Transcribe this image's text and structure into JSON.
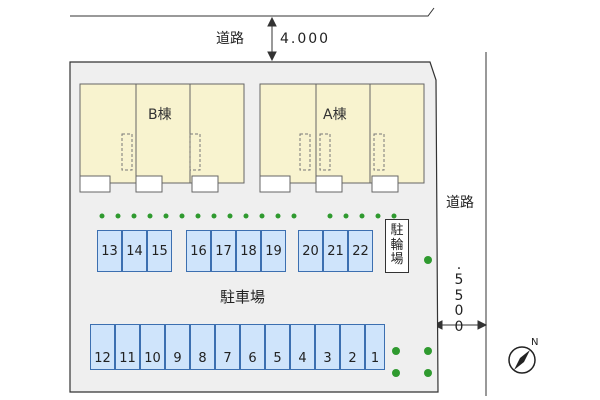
{
  "roads": {
    "top_label": "道路",
    "top_width": "4.000",
    "right_label": "道路",
    "right_width_chars": [
      ".",
      "5",
      "5",
      "0",
      "0"
    ]
  },
  "buildings": [
    {
      "label": "B棟"
    },
    {
      "label": "A棟"
    }
  ],
  "parking": {
    "label": "駐車場",
    "row_upper_left": [
      "13",
      "14",
      "15"
    ],
    "row_upper_mid": [
      "16",
      "17",
      "18",
      "19"
    ],
    "row_upper_right": [
      "20",
      "21",
      "22"
    ],
    "row_lower": [
      "12",
      "11",
      "10",
      "9",
      "8",
      "7",
      "6",
      "5",
      "4",
      "3",
      "2",
      "1"
    ]
  },
  "bicycle_parking": {
    "chars": [
      "駐",
      "輪",
      "場"
    ]
  },
  "compass": {
    "north": "N"
  },
  "colors": {
    "lot": "#efefef",
    "building": "#f8f3cf",
    "stall": "#cfe4fb",
    "stall_border": "#3c6fb0",
    "hedge": "#2f9a2f"
  }
}
